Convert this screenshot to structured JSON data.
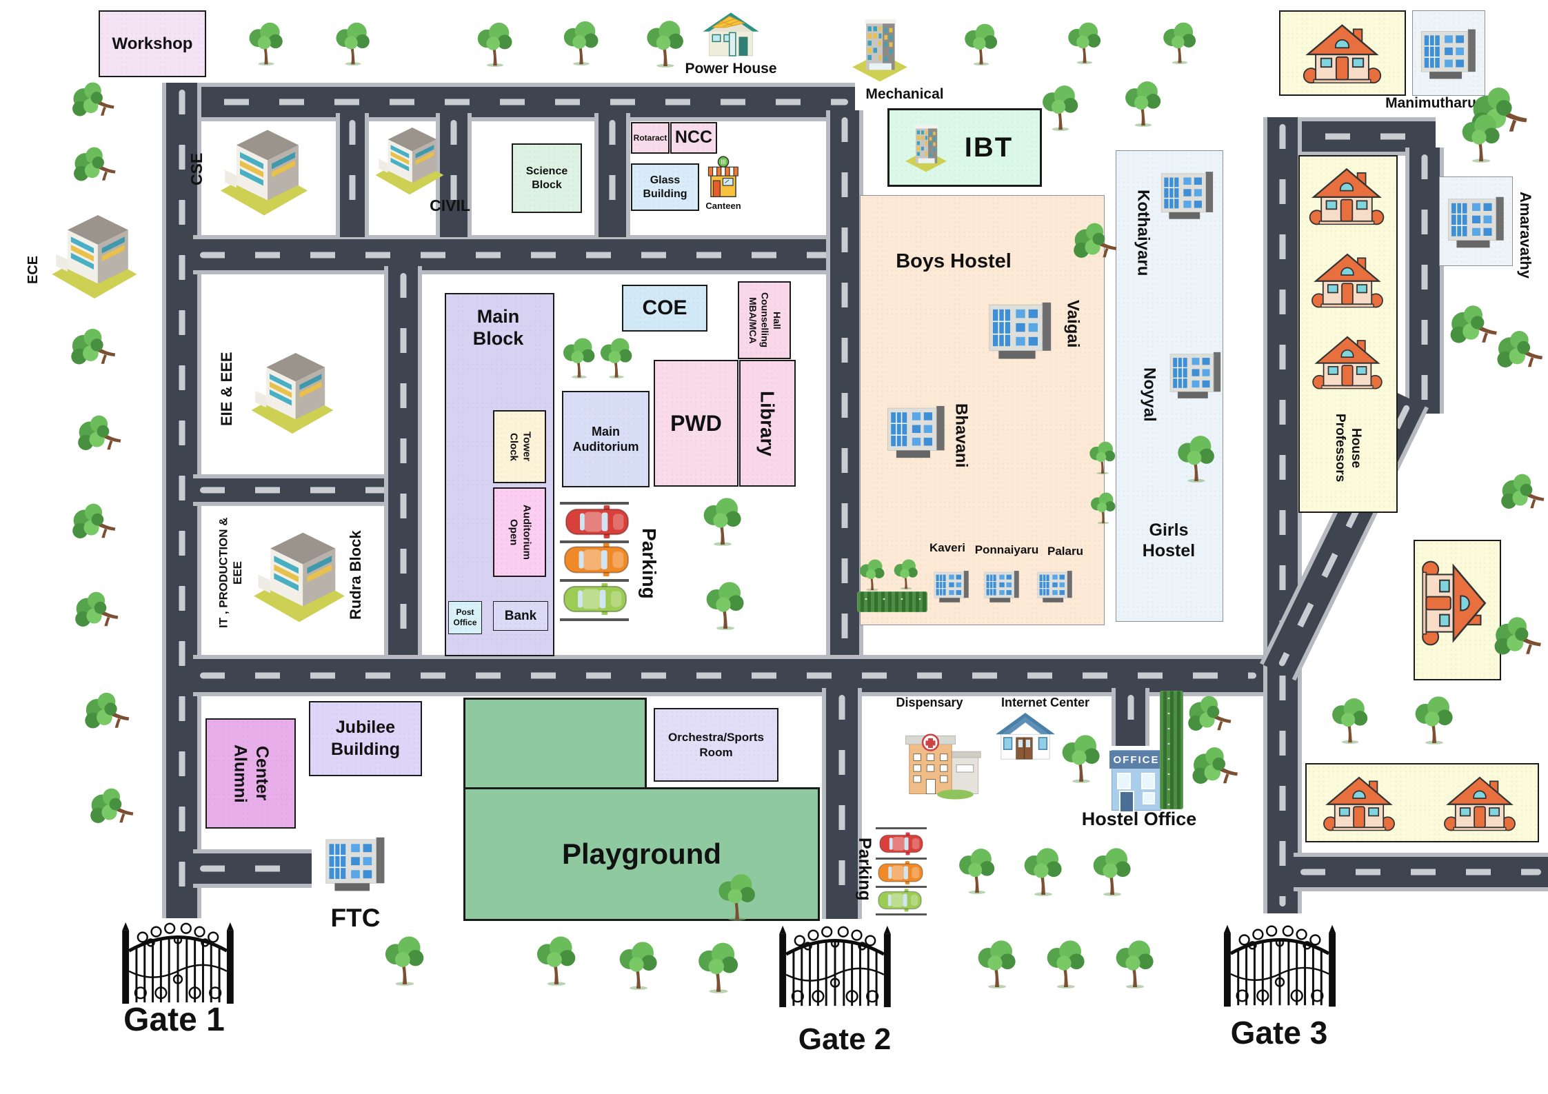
{
  "map_title": "College Campus Map",
  "colors": {
    "road": "#3e4550",
    "road_edge": "#b7bbc1",
    "road_dash": "#c9cdd2",
    "playground_green": "#8fc9a0",
    "boys_hostel_peach": "#fcead6",
    "girls_hostel_blue": "#ecf4f9",
    "house_zone_yellow": "#fbfada",
    "main_block_lavender": "#d9d3f3",
    "pink_block": "#f9dbe9",
    "ibt_green": "#dcf8e8",
    "alumni_purple": "#e7aeea",
    "car_red": "#d8403c",
    "car_orange": "#f08a28",
    "car_green": "#9ccb56"
  },
  "labels": {
    "workshop": "Workshop",
    "power_house": "Power House",
    "mechanical": "Mechanical",
    "ibt": "IBT",
    "manimutharu": "Manimutharu",
    "amaravathy": "Amaravathy",
    "cse": "CSE",
    "civil": "CIVIL",
    "science_block": "Science\nBlock",
    "rotaract": "Rotaract",
    "ncc": "NCC",
    "glass_building": "Glass\nBuilding",
    "canteen": "Canteen",
    "ece": "ECE",
    "eie_eee": "EIE & EEE",
    "it_production_eee": "IT , PRODUCTION &\nEEE",
    "rudra_block": "Rudra Block",
    "main_block": "Main\nBlock",
    "coe": "COE",
    "mba_mca_counselling_hall": "MBA/MCA\nCounselling\nHall",
    "pwd": "PWD",
    "library": "Library",
    "main_auditorium": "Main\nAuditorium",
    "clock_tower": "Clock\nTower",
    "open_auditorium": "Open\nAuditorium",
    "post_office": "Post\nOffice",
    "bank": "Bank",
    "parking_center": "Parking",
    "parking_south": "Parking",
    "boys_hostel": "Boys Hostel",
    "vaigai": "Vaigai",
    "bhavani": "Bhavani",
    "kaveri": "Kaveri",
    "ponnaiyaru": "Ponnaiyaru",
    "palaru": "Palaru",
    "girls_hostel": "Girls\nHostel",
    "kothaiyaru": "Kothaiyaru",
    "noyyal": "Noyyal",
    "professors_house": "Professors\nHouse",
    "alumni_center": "Alumni\nCenter",
    "jubilee_building": "Jubilee\nBuilding",
    "orchestra_sports_room": "Orchestra/Sports\nRoom",
    "playground": "Playground",
    "dispensary": "Dispensary",
    "internet_center": "Internet Center",
    "hostel_office": "Hostel Office",
    "office_sign": "OFFICE",
    "ftc": "FTC",
    "gate1": "Gate 1",
    "gate2": "Gate 2",
    "gate3": "Gate 3"
  }
}
